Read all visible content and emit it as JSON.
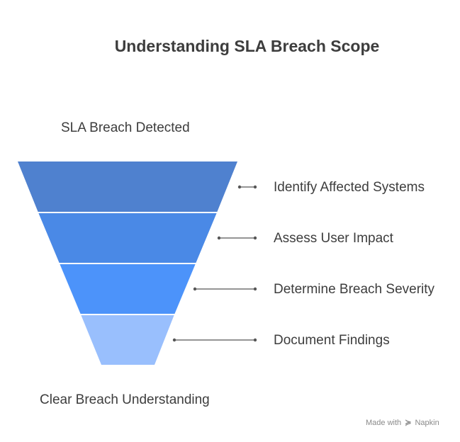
{
  "title": "Understanding SLA Breach Scope",
  "top_label": "SLA Breach Detected",
  "bottom_label": "Clear Breach Understanding",
  "steps": [
    {
      "label": "Identify Affected Systems",
      "color": "#4f81cf"
    },
    {
      "label": "Assess User Impact",
      "color": "#4a89e6"
    },
    {
      "label": "Determine Breach Severity",
      "color": "#4c93fa"
    },
    {
      "label": "Document Findings",
      "color": "#99bffd"
    }
  ],
  "watermark": {
    "prefix": "Made with",
    "brand": "Napkin"
  }
}
